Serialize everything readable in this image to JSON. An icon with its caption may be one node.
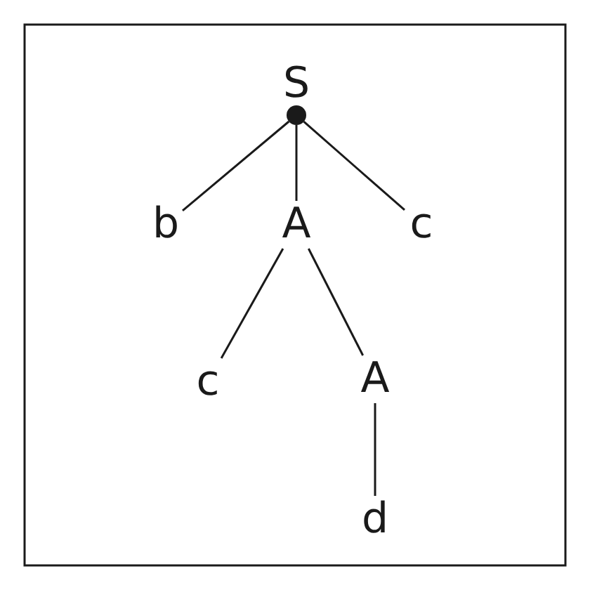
{
  "diagram": {
    "nodes": [
      {
        "text": [
          "S"
        ]
      },
      {
        "text": [],
        "shape": "circle"
      },
      {
        "text": [
          "b"
        ]
      },
      {
        "text": [
          "A"
        ]
      },
      {
        "text": [
          "c"
        ]
      },
      {
        "text": [
          "c"
        ]
      },
      {
        "text": [
          "A"
        ]
      },
      {
        "text": [
          "d"
        ]
      }
    ],
    "edges": [
      {
        "from": 1,
        "to": 2,
        "arrow": "none"
      },
      {
        "from": 1,
        "to": 3,
        "arrow": "none"
      },
      {
        "from": 1,
        "to": 4,
        "arrow": "none"
      },
      {
        "from": 3,
        "to": 5,
        "arrow": "none"
      },
      {
        "from": 3,
        "to": 6,
        "arrow": "none"
      },
      {
        "from": 6,
        "to": 7,
        "arrow": "none"
      }
    ]
  }
}
